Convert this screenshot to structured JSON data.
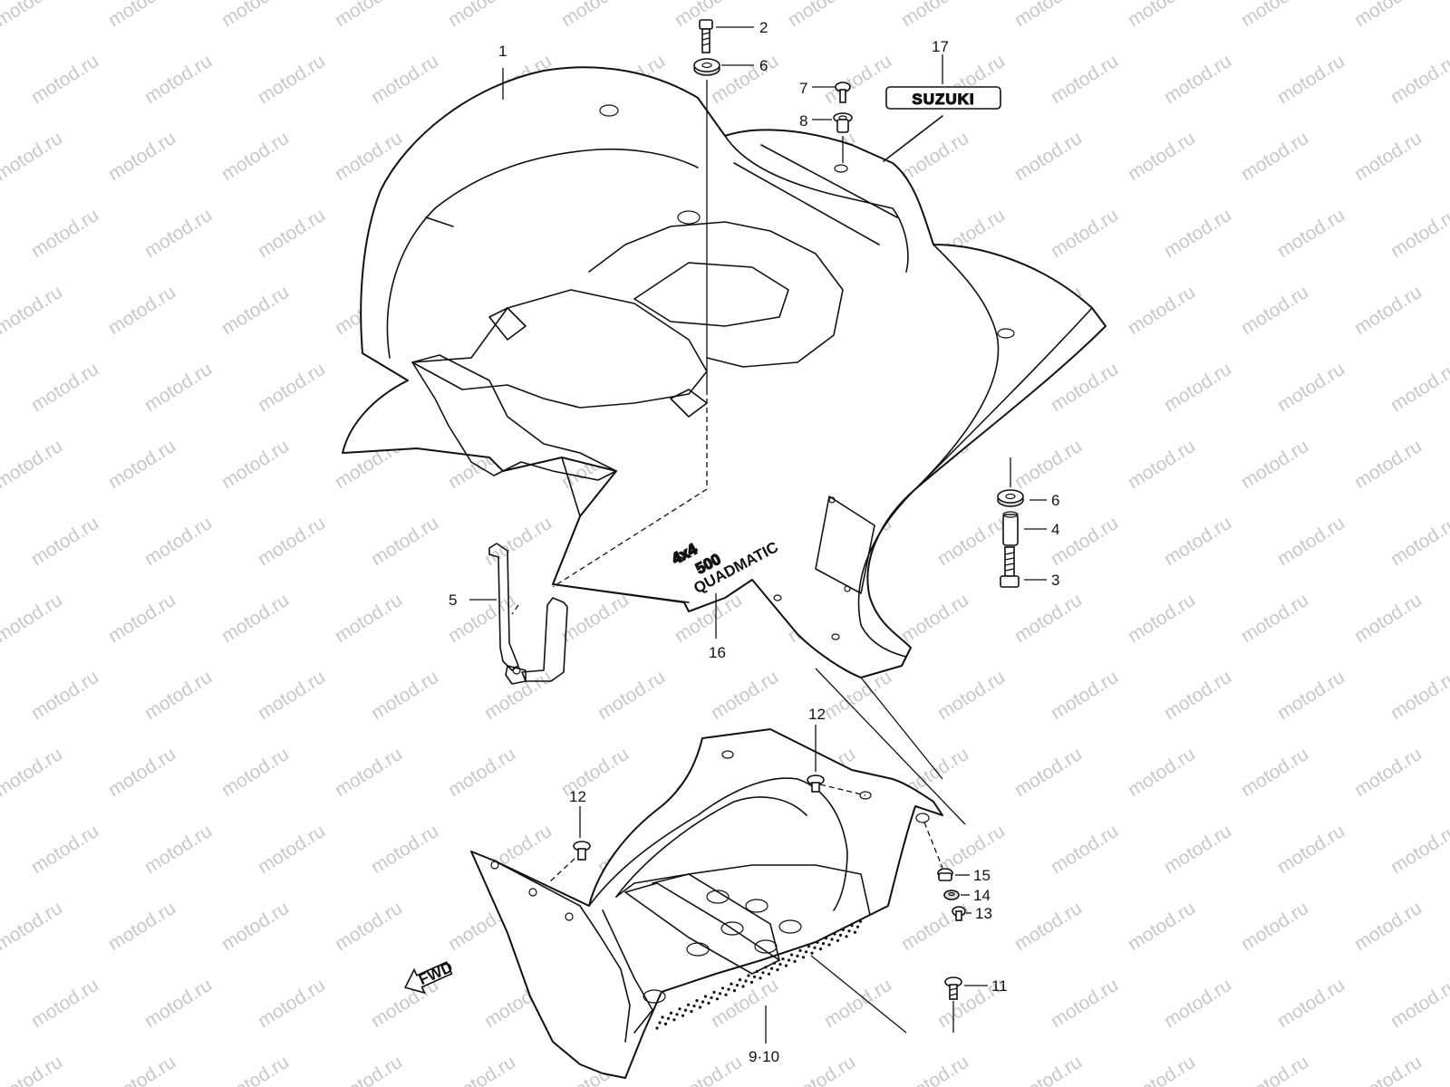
{
  "watermark": {
    "text": "motod.ru",
    "color": "#c8c8c8"
  },
  "brand_badge": {
    "text": "SUZUKI"
  },
  "decal_main": "4x4",
  "decal_number": "500",
  "decal_sub": "QUADMATIC",
  "direction_marker": {
    "text": "FWD",
    "icon": "arrow-left-icon"
  },
  "callouts": {
    "c1": "1",
    "c2": "2",
    "c3": "3",
    "c4": "4",
    "c5": "5",
    "c6a": "6",
    "c6b": "6",
    "c7": "7",
    "c8": "8",
    "c9_10": "9·10",
    "c11": "11",
    "c12a": "12",
    "c12b": "12",
    "c13": "13",
    "c14": "14",
    "c15": "15",
    "c16": "16",
    "c17": "17"
  }
}
